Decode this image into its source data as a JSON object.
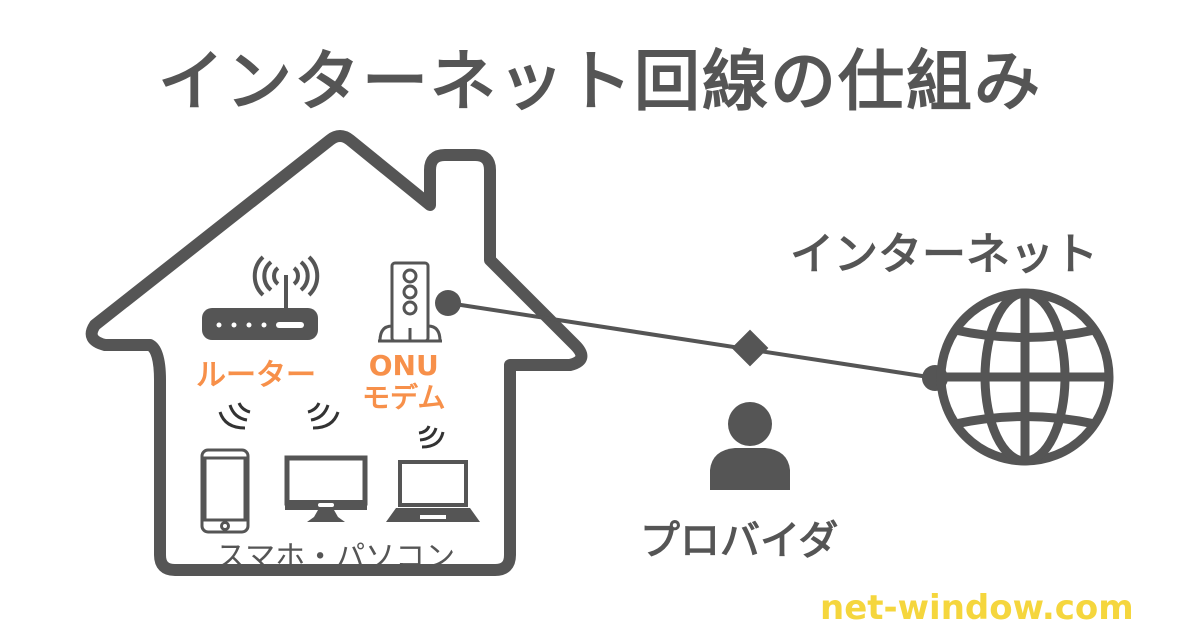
{
  "title": "インターネット回線の仕組み",
  "labels": {
    "internet": "インターネット",
    "provider": "プロバイダ",
    "router": "ルーター",
    "onu_line1": "ONU",
    "onu_line2": "モデム",
    "devices": "スマホ・パソコン",
    "site": "net-window.com"
  },
  "colors": {
    "primary": "#555555",
    "accent": "#f7904a",
    "brand": "#f5d63d"
  }
}
